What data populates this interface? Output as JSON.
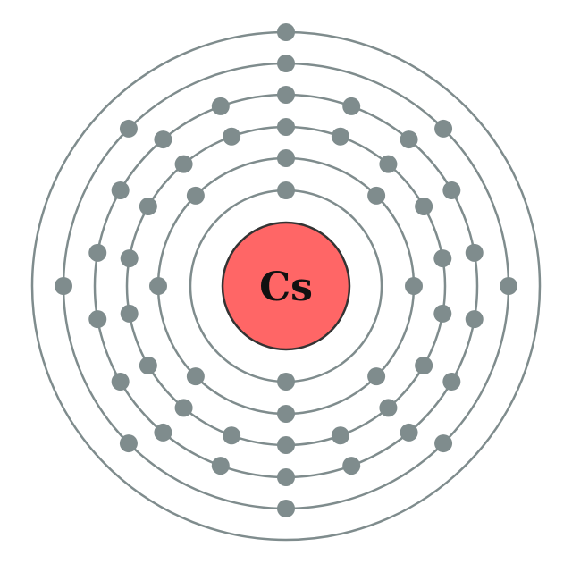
{
  "atom": {
    "symbol": "Cs",
    "shells": [
      2,
      8,
      18,
      18,
      8,
      1
    ]
  },
  "colors": {
    "nucleus_fill": "#ff6666",
    "nucleus_stroke": "#333333",
    "shell_stroke": "#7f8c8d",
    "electron": "#7f8c8d"
  }
}
